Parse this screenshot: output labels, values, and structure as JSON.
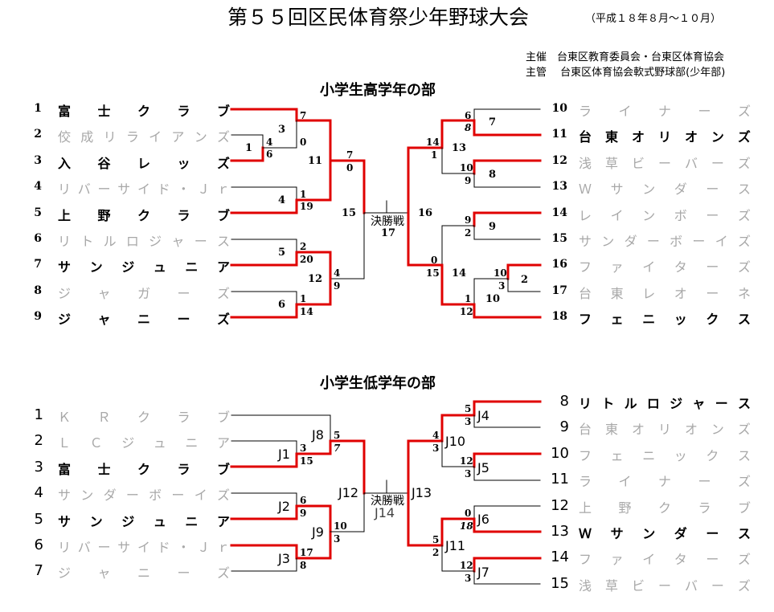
{
  "header": {
    "title": "第５５回区民体育祭少年野球大会",
    "period": "（平成１８年８月～１０月）",
    "organizer": "主催　台東区教育委員会・台東区体育協会",
    "manager": "主管　 台東区体育協会軟式野球部(少年部)"
  },
  "upper": {
    "section": "小学生高学年の部",
    "final_label": "決勝戦",
    "final_game": "17",
    "left_teams": [
      {
        "seed": "1",
        "name": "富士クラブ",
        "win": true
      },
      {
        "seed": "2",
        "name": "佼成リライアンズ",
        "win": false
      },
      {
        "seed": "3",
        "name": "入谷レッズ",
        "win": true
      },
      {
        "seed": "4",
        "name": "リバーサイド・Ｊｒ",
        "win": false
      },
      {
        "seed": "5",
        "name": "上野クラブ",
        "win": true
      },
      {
        "seed": "6",
        "name": "リトルロジャース",
        "win": false
      },
      {
        "seed": "7",
        "name": "サンジュニア",
        "win": true
      },
      {
        "seed": "8",
        "name": "ジャガーズ",
        "win": false
      },
      {
        "seed": "9",
        "name": "ジャニーズ",
        "win": true
      }
    ],
    "right_teams": [
      {
        "seed": "10",
        "name": "ライナーズ",
        "win": false
      },
      {
        "seed": "11",
        "name": "台東オリオンズ",
        "win": true
      },
      {
        "seed": "12",
        "name": "浅草ビーバーズ",
        "win": false
      },
      {
        "seed": "13",
        "name": "Ｗサンダース",
        "win": false
      },
      {
        "seed": "14",
        "name": "レインボーズ",
        "win": false
      },
      {
        "seed": "15",
        "name": "サンダーボーイズ",
        "win": false
      },
      {
        "seed": "16",
        "name": "ファイターズ",
        "win": false
      },
      {
        "seed": "17",
        "name": "台東レオーネ",
        "win": false
      },
      {
        "seed": "18",
        "name": "フェニックス",
        "win": true
      }
    ],
    "games": {
      "g1": "1",
      "g3": "3",
      "g4": "4",
      "g5": "5",
      "g6": "6",
      "g11": "11",
      "g12": "12",
      "g15": "15",
      "g7": "7",
      "g8": "8",
      "g9": "9",
      "g2": "2",
      "g10": "10",
      "g13": "13",
      "g14": "14",
      "g16": "16",
      "g7r": "7"
    },
    "scores": {
      "s1a": "7",
      "s1b": "0",
      "s2a": "4",
      "s2b": "6",
      "s3a": "1",
      "s3b": "19",
      "s4a": "2",
      "s4b": "20",
      "s5a": "1",
      "s5b": "14",
      "s6a": "7",
      "s6b": "0",
      "s7a": "4",
      "s7b": "9",
      "r1a": "6",
      "r1b": "8",
      "r2a": "10",
      "r2b": "9",
      "r3a": "9",
      "r3b": "2",
      "r4a": "10",
      "r4b": "3",
      "r5a": "1",
      "r5b": "12",
      "r6a": "14",
      "r6b": "1",
      "r7a": "0",
      "r7b": "15"
    }
  },
  "lower": {
    "section": "小学生低学年の部",
    "final_label": "決勝戦",
    "final_game": "J14",
    "left_teams": [
      {
        "seed": "1",
        "name": "ＫＲクラブ",
        "win": false
      },
      {
        "seed": "2",
        "name": "ＬＣジュニア",
        "win": false
      },
      {
        "seed": "3",
        "name": "富士クラブ",
        "win": true
      },
      {
        "seed": "4",
        "name": "サンダーボーイズ",
        "win": false
      },
      {
        "seed": "5",
        "name": "サンジュニア",
        "win": true
      },
      {
        "seed": "6",
        "name": "リバーサイド・Ｊｒ",
        "win": false
      },
      {
        "seed": "7",
        "name": "ジャニーズ",
        "win": false
      }
    ],
    "right_teams": [
      {
        "seed": "8",
        "name": "リトルロジャース",
        "win": true
      },
      {
        "seed": "9",
        "name": "台東オリオンズ",
        "win": false
      },
      {
        "seed": "10",
        "name": "フェニックス",
        "win": false
      },
      {
        "seed": "11",
        "name": "ライナーズ",
        "win": false
      },
      {
        "seed": "12",
        "name": "上野クラブ",
        "win": false
      },
      {
        "seed": "13",
        "name": "Ｗサンダース",
        "win": true
      },
      {
        "seed": "14",
        "name": "ファイターズ",
        "win": false
      },
      {
        "seed": "15",
        "name": "浅草ビーバーズ",
        "win": false
      }
    ],
    "games": {
      "j1": "J1",
      "j2": "J2",
      "j3": "J3",
      "j8": "J8",
      "j9": "J9",
      "j12": "J12",
      "j4": "J4",
      "j5": "J5",
      "j6": "J6",
      "j7": "J7",
      "j10": "J10",
      "j11": "J11",
      "j13": "J13"
    },
    "scores": {
      "a1": "3",
      "a2": "15",
      "a3": "6",
      "a4": "9",
      "a5": "17",
      "a6": "8",
      "a7": "5",
      "a8": "7",
      "a9": "10",
      "a10": "3",
      "b1": "5",
      "b2": "3",
      "b3": "12",
      "b4": "3",
      "b5": "0",
      "b6": "18",
      "b7": "12",
      "b8": "3",
      "b9": "4",
      "b10": "3",
      "b11": "5",
      "b12": "2"
    }
  },
  "colors": {
    "win": "#e00000",
    "line": "#000000",
    "lose_text": "#a8a8a8"
  }
}
